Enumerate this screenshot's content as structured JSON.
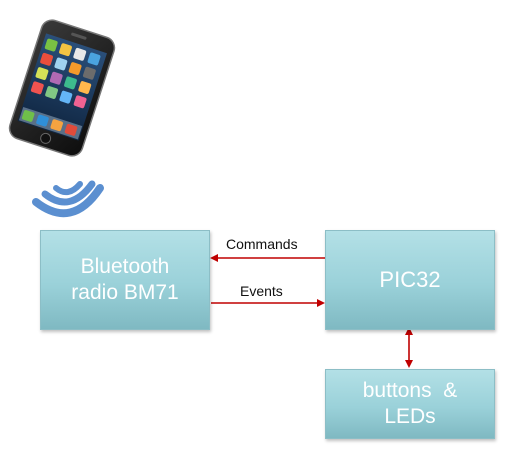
{
  "blocks": {
    "bluetooth": {
      "line1": "Bluetooth",
      "line2": "radio BM71"
    },
    "pic": {
      "label": "PIC32"
    },
    "io": {
      "line1": "buttons  &",
      "line2": "LEDs"
    }
  },
  "arrows": {
    "commands": "Commands",
    "events": "Events"
  },
  "colors": {
    "block_fill": "#9ad1d9",
    "block_text": "#ffffff",
    "arrow": "#c00000",
    "wifi_waves": "#5b8fd0",
    "phone_body": "#1a1a1a"
  },
  "icons": [
    "smartphone-icon",
    "wireless-signal-icon"
  ]
}
